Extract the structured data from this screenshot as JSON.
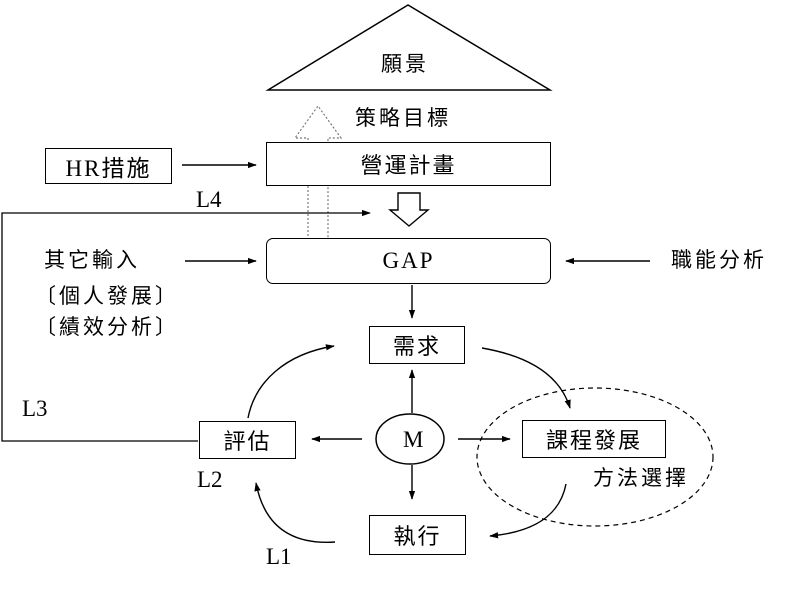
{
  "vision": "願景",
  "strategy_goal": "策略目標",
  "hr_measures": "HR措施",
  "operation_plan": "營運計畫",
  "gap": "GAP",
  "other_inputs": {
    "title": "其它輸入",
    "line1": "〔個人發展〕",
    "line2": "〔績效分析〕"
  },
  "competency_analysis": "職能分析",
  "needs": "需求",
  "evaluation": "評估",
  "m": "M",
  "course_development": "課程發展",
  "method_selection": "方法選擇",
  "execution": "執行",
  "loops": {
    "l1": "L1",
    "l2": "L2",
    "l3": "L3",
    "l4": "L4"
  }
}
